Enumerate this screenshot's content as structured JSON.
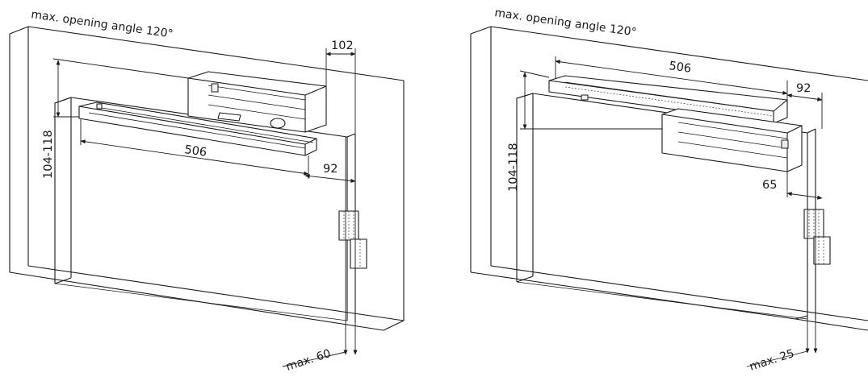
{
  "left_diagram": {
    "angle_label": "max. opening angle 120°",
    "dim_top_width": "102",
    "dim_height": "104-118",
    "dim_rail_length": "506",
    "dim_offset": "92",
    "dim_reveal": "max. 60"
  },
  "right_diagram": {
    "angle_label": "max. opening angle 120°",
    "dim_rail_length": "506",
    "dim_offset": "92",
    "dim_height": "104-118",
    "dim_small": "65",
    "dim_reveal": "max. 25"
  }
}
